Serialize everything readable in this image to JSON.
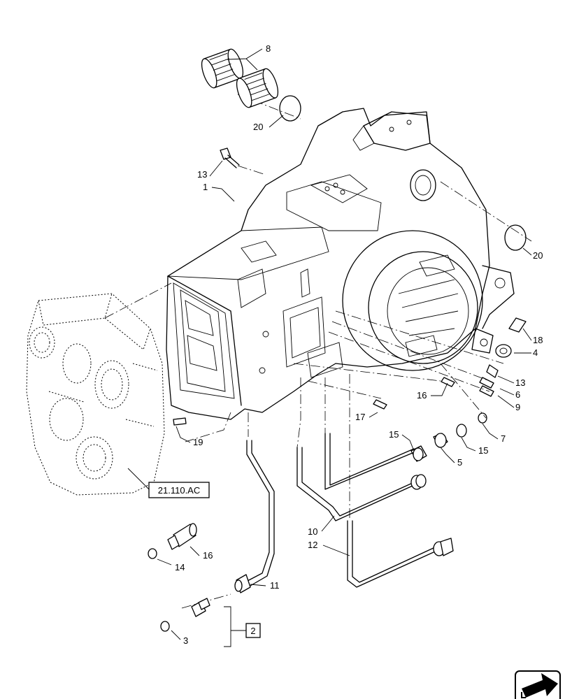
{
  "diagram": {
    "callouts": [
      {
        "id": "c1",
        "text": "1"
      },
      {
        "id": "c2",
        "text": "2"
      },
      {
        "id": "c3",
        "text": "3"
      },
      {
        "id": "c4",
        "text": "4"
      },
      {
        "id": "c5",
        "text": "5"
      },
      {
        "id": "c6",
        "text": "6"
      },
      {
        "id": "c7",
        "text": "7"
      },
      {
        "id": "c8",
        "text": "8"
      },
      {
        "id": "c9",
        "text": "9"
      },
      {
        "id": "c10",
        "text": "10"
      },
      {
        "id": "c11",
        "text": "11"
      },
      {
        "id": "c12",
        "text": "12"
      },
      {
        "id": "c13a",
        "text": "13"
      },
      {
        "id": "c13b",
        "text": "13"
      },
      {
        "id": "c14",
        "text": "14"
      },
      {
        "id": "c15a",
        "text": "15"
      },
      {
        "id": "c15b",
        "text": "15"
      },
      {
        "id": "c16a",
        "text": "16"
      },
      {
        "id": "c16b",
        "text": "16"
      },
      {
        "id": "c17",
        "text": "17"
      },
      {
        "id": "c18",
        "text": "18"
      },
      {
        "id": "c19",
        "text": "19"
      },
      {
        "id": "c20a",
        "text": "20"
      },
      {
        "id": "c20b",
        "text": "20"
      }
    ],
    "reference_box": "21.110.AC",
    "kit_box": "2",
    "nav_icon": "next-page-arrow-icon"
  }
}
